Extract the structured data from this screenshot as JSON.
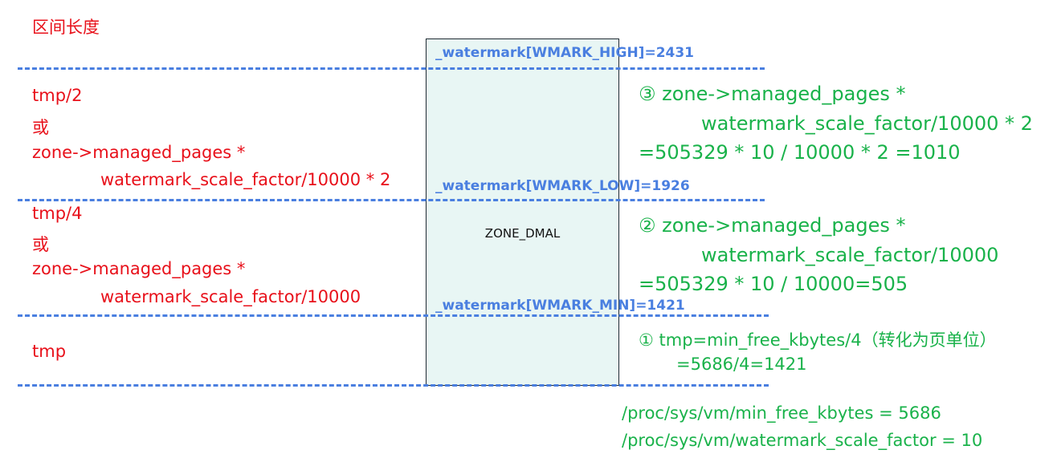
{
  "title": "区间长度",
  "zone": {
    "name": "ZONE_DMAL"
  },
  "watermarks": {
    "high": "_watermark[WMARK_HIGH]=2431",
    "low": "_watermark[WMARK_LOW]=1926",
    "min": "_watermark[WMARK_MIN]=1421"
  },
  "left": {
    "high_band": [
      "tmp/2",
      "或",
      "zone->managed_pages *",
      "watermark_scale_factor/10000 * 2"
    ],
    "low_band": [
      "tmp/4",
      "或",
      "zone->managed_pages *",
      "watermark_scale_factor/10000"
    ],
    "min_band": [
      "tmp"
    ]
  },
  "right": {
    "step3": [
      "③ zone->managed_pages *",
      "watermark_scale_factor/10000 * 2",
      "=505329 * 10 / 10000 * 2 =1010"
    ],
    "step2": [
      "② zone->managed_pages *",
      "watermark_scale_factor/10000",
      "=505329 * 10 / 10000=505"
    ],
    "step1": [
      "① tmp=min_free_kbytes/4（转化为页单位）",
      "=5686/4=1421"
    ]
  },
  "proc": [
    "/proc/sys/vm/min_free_kbytes = 5686",
    "/proc/sys/vm/watermark_scale_factor = 10"
  ]
}
